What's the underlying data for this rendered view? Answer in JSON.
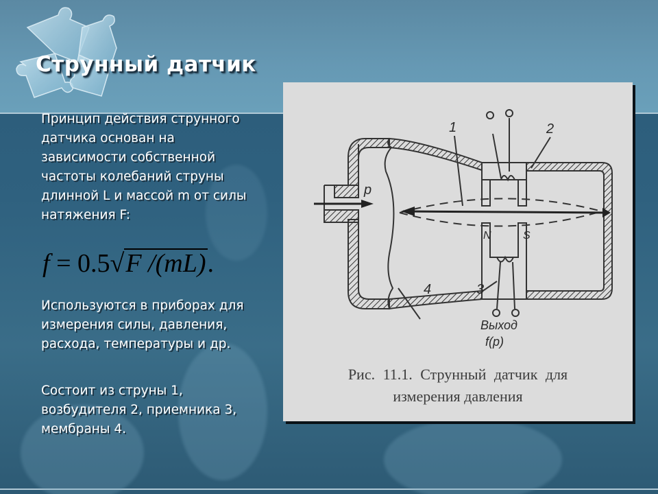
{
  "slide": {
    "title": "Струнный датчик",
    "paragraphs": [
      "Принцип действия струнного датчика основан на зависимости собственной частоты колебаний струны длинной L и массой m от силы натяжения F:",
      "Используются в приборах для измерения силы, давления, расхода, температуры и др.",
      "Состоит из струны 1, возбудителя 2, приемника 3, мембраны 4."
    ],
    "formula": {
      "lhs": "f",
      "eq": " = 0.5",
      "radicand": "F /(mL)",
      "tail": "."
    }
  },
  "figure": {
    "labels": {
      "pressure": "p",
      "string": "1",
      "exciter": "2",
      "receiver": "3",
      "membrane": "4",
      "north": "N",
      "south": "S",
      "output": "Выход",
      "output_fn": "f(p)"
    },
    "caption_line1": "Рис. 11.1. Струнный датчик для",
    "caption_line2": "измерения давления"
  },
  "colors": {
    "top_band": "#6699b4",
    "body_bg": "#2f617f",
    "figure_bg": "#dcdcdc",
    "title_text": "#ffffff"
  }
}
